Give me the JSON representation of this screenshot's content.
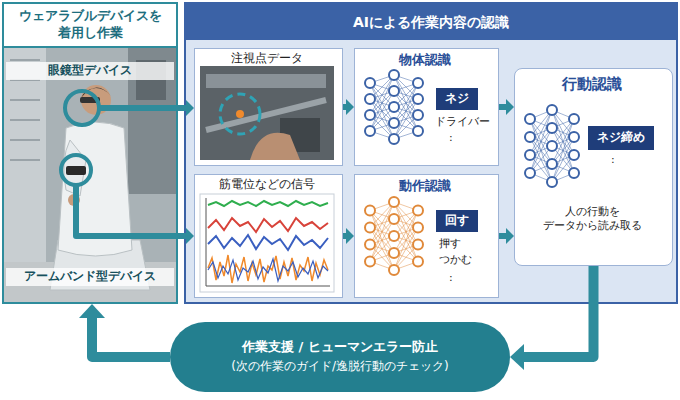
{
  "diagram": {
    "nodes": [
      {
        "text": [
          "ウェアラブルデバイスを 着用し作業"
        ]
      },
      {
        "text": [
          "AIによる作業内容の認識"
        ]
      },
      {
        "text": [
          "注視点データ"
        ],
        "in": 1
      },
      {
        "text": [
          "筋電位などの信号"
        ],
        "in": 1
      },
      {
        "text": [
          "物体認識",
          "ドライバー",
          ":"
        ],
        "in": 1
      },
      {
        "text": [
          "ネジ"
        ],
        "in": 4
      },
      {
        "text": [
          "動作認識",
          "押す",
          "つかむ",
          ":"
        ],
        "in": 1
      },
      {
        "text": [
          "回す"
        ],
        "in": 6
      },
      {
        "text": [
          "行動認識",
          ":",
          "人の行動を データから読み取る"
        ],
        "in": 1
      },
      {
        "text": [
          "ネジ締め"
        ],
        "in": 8
      },
      {
        "text": [
          "作業支援 / ヒューマンエラー防止",
          "(次の作業のガイド/逸脱行動のチェック)"
        ]
      }
    ],
    "edges": [
      {
        "from": 0,
        "to": 2,
        "arrow": "to"
      },
      {
        "from": 0,
        "to": 3,
        "arrow": "to"
      },
      {
        "from": 2,
        "to": 4,
        "arrow": "to"
      },
      {
        "from": 3,
        "to": 6,
        "arrow": "to"
      },
      {
        "from": 4,
        "to": 8,
        "arrow": "to"
      },
      {
        "from": 6,
        "to": 8,
        "arrow": "to"
      },
      {
        "from": 8,
        "to": 10,
        "arrow": "to"
      },
      {
        "from": 10,
        "to": 0,
        "arrow": "to"
      }
    ],
    "labels": [
      "眼鏡型デバイス",
      "アームバンド型デバイス"
    ]
  }
}
